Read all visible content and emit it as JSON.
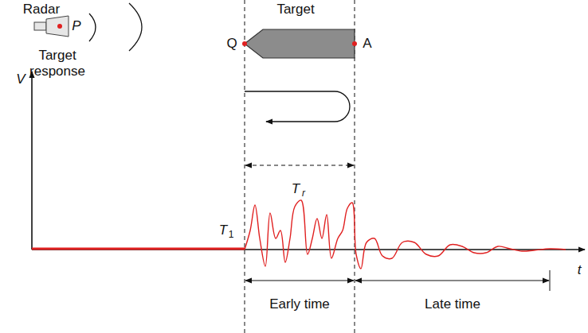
{
  "diagram": {
    "labels": [
      "Radar",
      "P",
      "Target response",
      "Target",
      "Q",
      "A",
      "V",
      "T",
      "r",
      "T",
      "1",
      "t",
      "Early time",
      "Late time"
    ]
  }
}
